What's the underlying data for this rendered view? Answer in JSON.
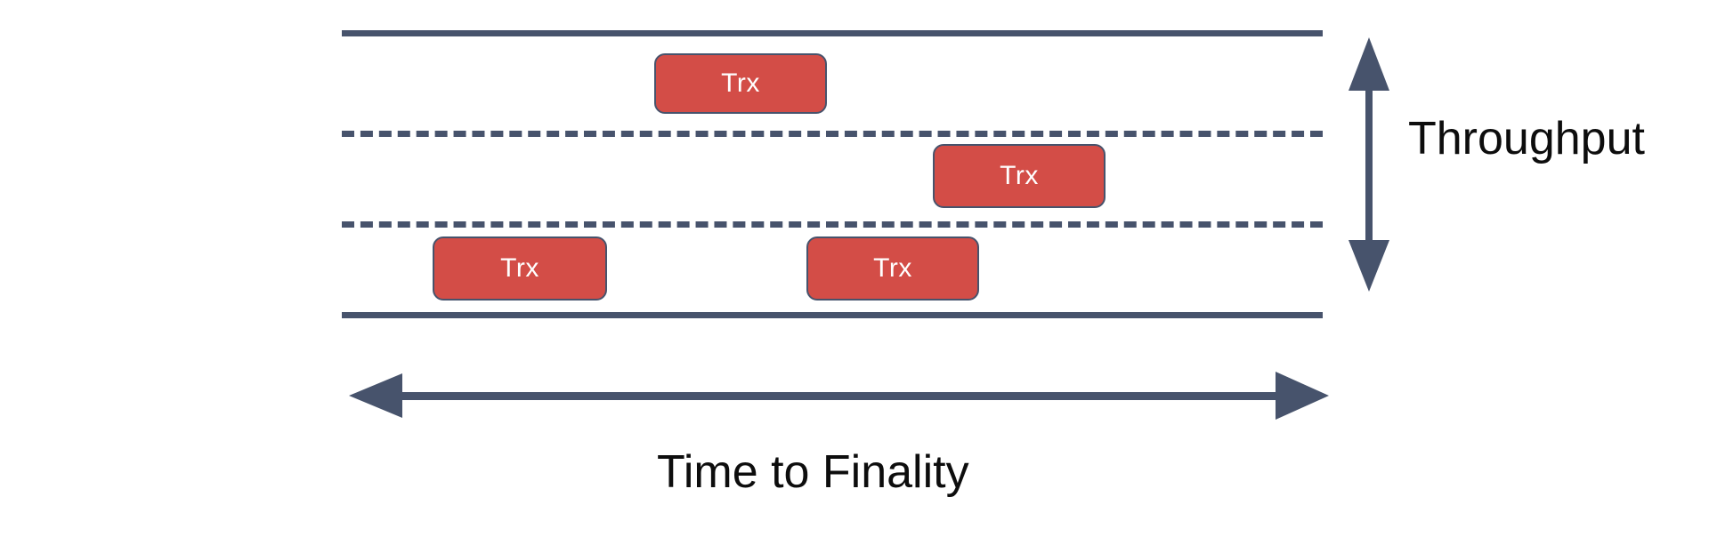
{
  "diagram": {
    "title_alt": "Blockchain throughput vs. time to finality lane diagram",
    "colors": {
      "transaction_fill": "#D34D47",
      "line_stroke": "#47536C",
      "transaction_text": "#FFFFFF",
      "label_text": "#0D0D0D",
      "background": "#FFFFFF"
    },
    "lanes": [
      {
        "id": "lane-top",
        "type": "solid",
        "name": "top-boundary-line"
      },
      {
        "id": "lane-div-1",
        "type": "dashed",
        "name": "lane-divider-1"
      },
      {
        "id": "lane-div-2",
        "type": "dashed",
        "name": "lane-divider-2"
      },
      {
        "id": "lane-bottom",
        "type": "solid",
        "name": "bottom-boundary-line"
      }
    ],
    "transactions": [
      {
        "id": "trx-1",
        "label": "Trx",
        "lane": 1
      },
      {
        "id": "trx-2",
        "label": "Trx",
        "lane": 2
      },
      {
        "id": "trx-3",
        "label": "Trx",
        "lane": 3
      },
      {
        "id": "trx-4",
        "label": "Trx",
        "lane": 3
      }
    ],
    "axes": {
      "vertical": {
        "label": "Throughput",
        "arrow": "double-headed-vertical-arrow"
      },
      "horizontal": {
        "label": "Time to Finality",
        "arrow": "double-headed-horizontal-arrow"
      }
    }
  }
}
